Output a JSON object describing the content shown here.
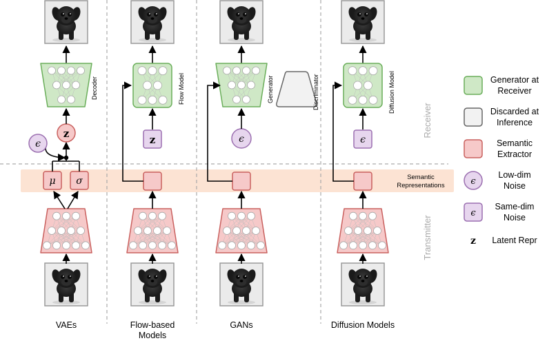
{
  "columns": [
    {
      "id": "vae",
      "lines": [
        "VAEs"
      ],
      "encoder_label": "Decoder"
    },
    {
      "id": "flow",
      "lines": [
        "Flow-based",
        "Models"
      ],
      "encoder_label": "Flow Model"
    },
    {
      "id": "gan",
      "lines": [
        "GANs"
      ],
      "encoder_label": "Generator",
      "extra_label": "Discriminator"
    },
    {
      "id": "diffusion",
      "lines": [
        "Diffusion Models"
      ],
      "encoder_label": "Diffusion Model"
    }
  ],
  "vae_symbols": {
    "mu": "μ",
    "sigma": "σ",
    "z": "z",
    "eps": "ϵ"
  },
  "latent_symbol": "z",
  "noise_symbol": "ϵ",
  "band_label": [
    "Semantic",
    "Representations"
  ],
  "receiver_label": "Receiver",
  "transmitter_label": "Transmitter",
  "legend": [
    {
      "kind": "generator",
      "lines": [
        "Generator at",
        "Receiver"
      ]
    },
    {
      "kind": "discarded",
      "lines": [
        "Discarded at",
        "Inference"
      ]
    },
    {
      "kind": "extractor",
      "lines": [
        "Semantic",
        "Extractor"
      ]
    },
    {
      "kind": "lownoise",
      "lines": [
        "Low-dim",
        "Noise"
      ]
    },
    {
      "kind": "samenoise",
      "lines": [
        "Same-dim",
        "Noise"
      ]
    },
    {
      "kind": "latent",
      "lines": [
        "Latent Repr"
      ]
    }
  ],
  "colors": {
    "gen_fill": "#cfe8c6",
    "gen_stroke": "#6aae5a",
    "ext_fill": "#f6c9c9",
    "ext_stroke": "#c9605e",
    "disc_fill": "#f2f2f2",
    "disc_stroke": "#666666",
    "low_fill": "#e7d6ee",
    "low_stroke": "#9b6fb0",
    "band": "#fce3d3",
    "divider": "#aaaaaa",
    "side_text": "#aaaaaa"
  }
}
